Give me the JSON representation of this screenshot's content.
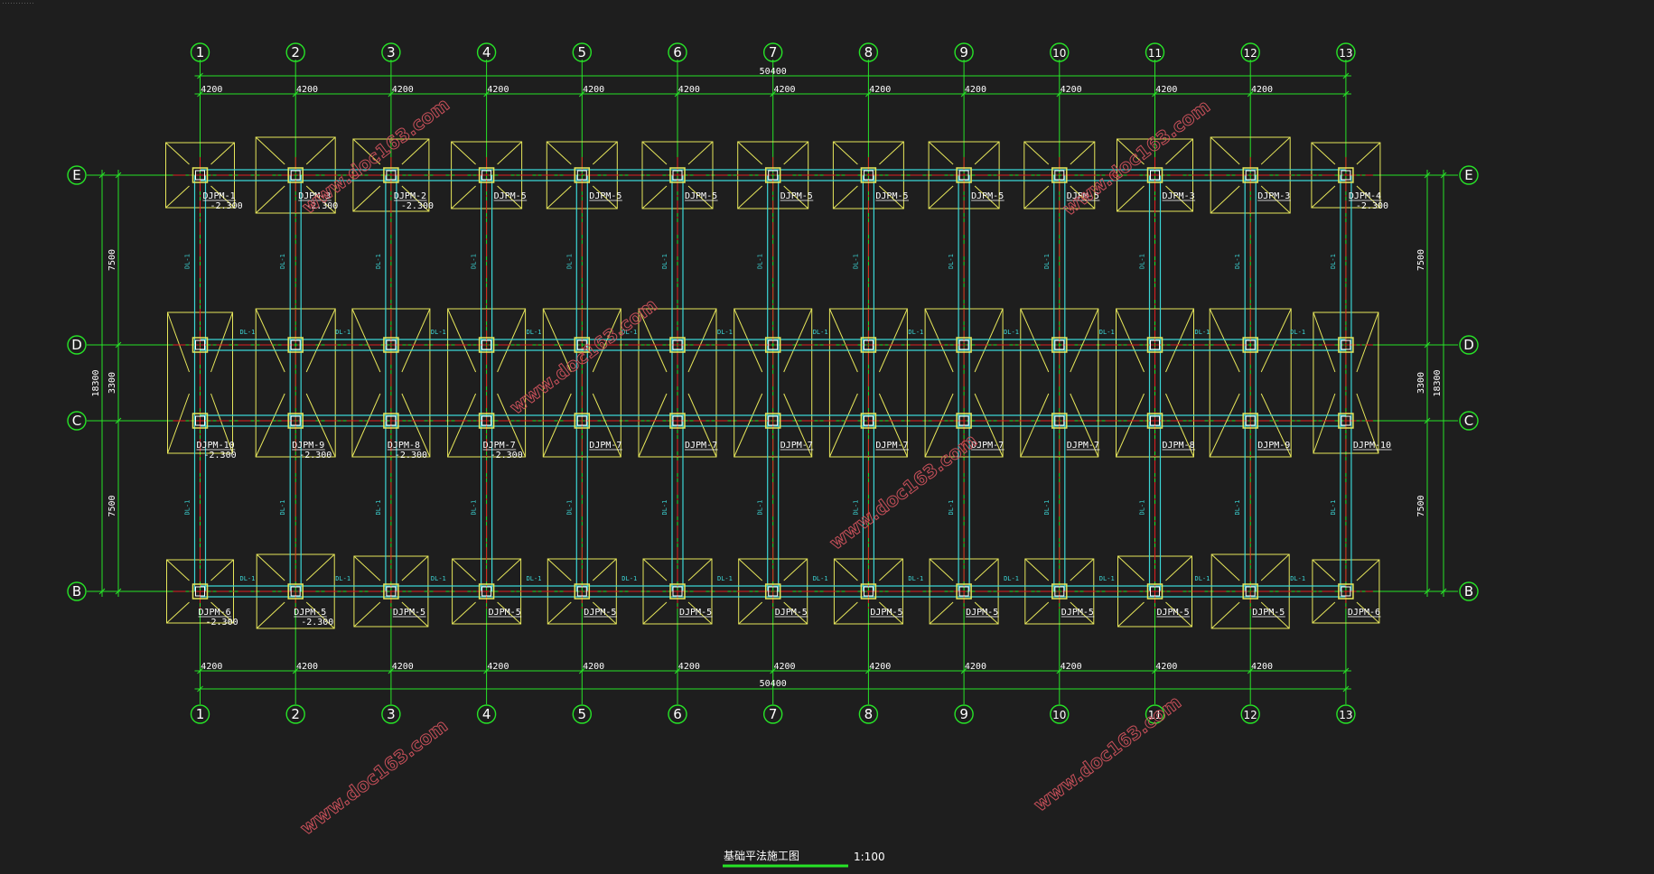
{
  "corner_text": "............",
  "title": "基础平法施工图",
  "scale": "1:100",
  "colors": {
    "background": "#1e1e1e",
    "axis": "#27e327",
    "footing": "#e6e65a",
    "beam": "#3bd6d6",
    "centerline": "#e02020",
    "column": "#ffffff",
    "watermark": "#c8505a",
    "title_underline": "#27e327"
  },
  "grid": {
    "columns": [
      "1",
      "2",
      "3",
      "4",
      "5",
      "6",
      "7",
      "8",
      "9",
      "10",
      "11",
      "12",
      "13"
    ],
    "rows": [
      "E",
      "D",
      "C",
      "B"
    ]
  },
  "dimensions": {
    "bay": "4200",
    "total_x": "50400",
    "total_y": "18300",
    "row_spans": [
      "7500",
      "3300",
      "7500"
    ]
  },
  "beam_label": "DL-1",
  "elevation": "-2.300",
  "footings": {
    "E": [
      "DJPM-1",
      "DJPM-3",
      "DJPM-2",
      "DJPM-5",
      "DJPM-5",
      "DJPM-5",
      "DJPM-5",
      "DJPM-5",
      "DJPM-5",
      "DJPM-5",
      "DJPM-3",
      "DJPM-3",
      "DJPM-4"
    ],
    "E_elev": [
      true,
      true,
      true,
      false,
      false,
      false,
      false,
      false,
      false,
      false,
      false,
      false,
      true
    ],
    "DC": [
      "DJPM-10",
      "DJPM-9",
      "DJPM-8",
      "DJPM-7",
      "DJPM-7",
      "DJPM-7",
      "DJPM-7",
      "DJPM-7",
      "DJPM-7",
      "DJPM-7",
      "DJPM-8",
      "DJPM-9",
      "DJPM-10"
    ],
    "DC_elev": [
      true,
      true,
      true,
      true,
      false,
      false,
      false,
      false,
      false,
      false,
      false,
      false,
      false
    ],
    "B": [
      "DJPM-6",
      "DJPM-5",
      "DJPM-5",
      "DJPM-5",
      "DJPM-5",
      "DJPM-5",
      "DJPM-5",
      "DJPM-5",
      "DJPM-5",
      "DJPM-5",
      "DJPM-5",
      "DJPM-5",
      "DJPM-6"
    ],
    "B_elev": [
      true,
      true,
      false,
      false,
      false,
      false,
      false,
      false,
      false,
      false,
      false,
      false,
      false
    ]
  },
  "watermarks": [
    "www.doc163.com",
    "www.doc163.com",
    "www.doc163.com",
    "www.doc163.com",
    "www.doc163.com",
    "www.doc163.com"
  ]
}
